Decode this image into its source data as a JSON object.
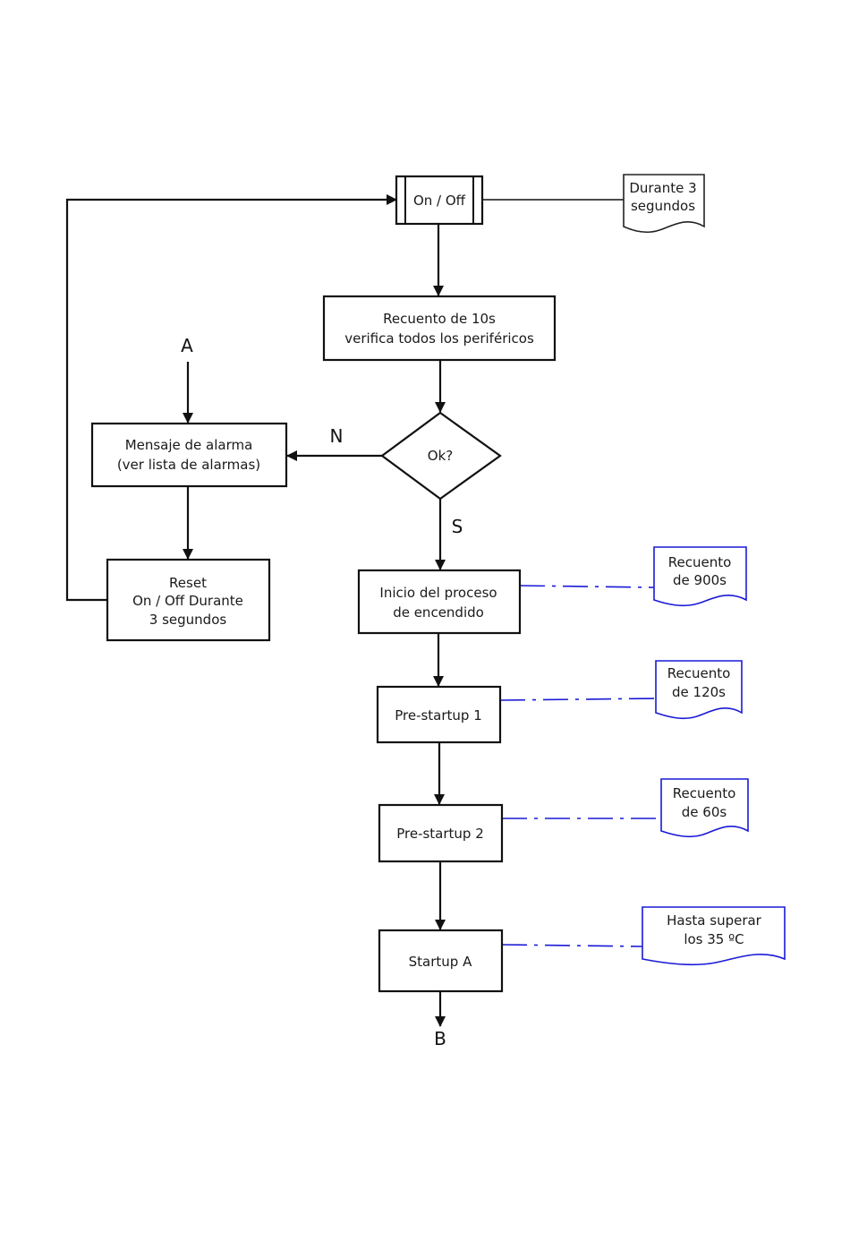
{
  "nodes": {
    "onoff": "On / Off",
    "recuento_10s": [
      "Recuento de 10s",
      "verifica todos los periféricos"
    ],
    "ok": "Ok?",
    "alarma": [
      "Mensaje de alarma",
      "(ver lista de alarmas)"
    ],
    "reset": [
      "Reset",
      "On / Off Durante",
      "3 segundos"
    ],
    "inicio": [
      "Inicio del proceso",
      "de encendido"
    ],
    "pre1": "Pre-startup 1",
    "pre2": "Pre-startup 2",
    "startup": "Startup A"
  },
  "notes": {
    "durante": [
      "Durante 3",
      "segundos"
    ],
    "r900": [
      "Recuento",
      "de 900s"
    ],
    "r120": [
      "Recuento",
      "de 120s"
    ],
    "r60": [
      "Recuento",
      "de 60s"
    ],
    "hasta": [
      "Hasta superar",
      "los 35 ºC"
    ]
  },
  "labels": {
    "A": "A",
    "B": "B",
    "N": "N",
    "S": "S"
  },
  "colors": {
    "line": "#111111",
    "annotation": "#1a1ad6"
  }
}
